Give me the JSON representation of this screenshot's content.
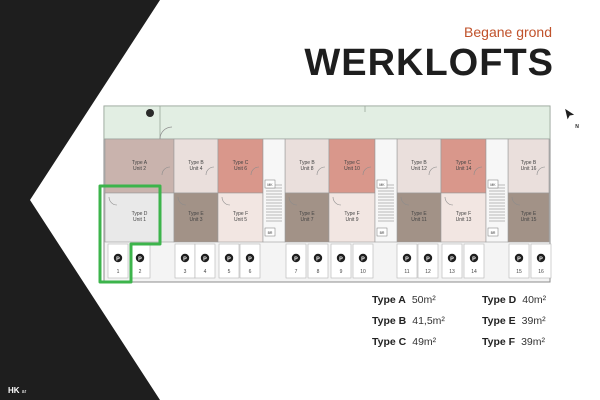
{
  "header": {
    "subtitle": "Begane grond",
    "title": "WERKLOFTS"
  },
  "colors": {
    "dark": "#1e1e1e",
    "accent": "#c0522b",
    "highlight": "#3cb44b",
    "type_a": "#c9b3ad",
    "type_b": "#eadfdc",
    "type_c": "#d9978b",
    "type_d": "#e9e9e9",
    "type_e": "#a29287",
    "type_f": "#f2e6e2",
    "garden": "#e2eee3",
    "wall": "#cfcfcf"
  },
  "compass_label": "N",
  "top_units": [
    {
      "type": "Type A",
      "unit": "Unit 2",
      "kind": "a"
    },
    {
      "type": "Type B",
      "unit": "Unit 4",
      "kind": "b"
    },
    {
      "type": "Type C",
      "unit": "Unit 6",
      "kind": "c"
    },
    {
      "type": "Type B",
      "unit": "Unit 8",
      "kind": "b"
    },
    {
      "type": "Type C",
      "unit": "Unit 10",
      "kind": "c"
    },
    {
      "type": "Type B",
      "unit": "Unit 12",
      "kind": "b"
    },
    {
      "type": "Type C",
      "unit": "Unit 14",
      "kind": "c"
    },
    {
      "type": "Type B",
      "unit": "Unit 16",
      "kind": "b"
    }
  ],
  "bottom_units": [
    {
      "type": "Type D",
      "unit": "Unit 1",
      "kind": "d"
    },
    {
      "type": "Type E",
      "unit": "Unit 3",
      "kind": "e"
    },
    {
      "type": "Type F",
      "unit": "Unit 5",
      "kind": "f"
    },
    {
      "type": "Type E",
      "unit": "Unit 7",
      "kind": "e"
    },
    {
      "type": "Type F",
      "unit": "Unit 9",
      "kind": "f"
    },
    {
      "type": "Type E",
      "unit": "Unit 11",
      "kind": "e"
    },
    {
      "type": "Type F",
      "unit": "Unit 13",
      "kind": "f"
    },
    {
      "type": "Type E",
      "unit": "Unit 15",
      "kind": "e"
    }
  ],
  "parking": [
    "1",
    "2",
    "3",
    "4",
    "5",
    "6",
    "7",
    "8",
    "9",
    "10",
    "11",
    "12",
    "13",
    "14",
    "15",
    "16"
  ],
  "parking_symbol": "P",
  "core_labels": [
    "MK",
    "MK",
    "MK"
  ],
  "core_labels_lower": [
    "BR",
    "BR",
    "BR"
  ],
  "legend": [
    {
      "type": "Type A",
      "area": "50m²"
    },
    {
      "type": "Type B",
      "area": "41,5m²"
    },
    {
      "type": "Type C",
      "area": "49m²"
    },
    {
      "type": "Type D",
      "area": "40m²"
    },
    {
      "type": "Type E",
      "area": "39m²"
    },
    {
      "type": "Type F",
      "area": "39m²"
    }
  ],
  "logo": {
    "main": "HK",
    "sub": "ar"
  }
}
